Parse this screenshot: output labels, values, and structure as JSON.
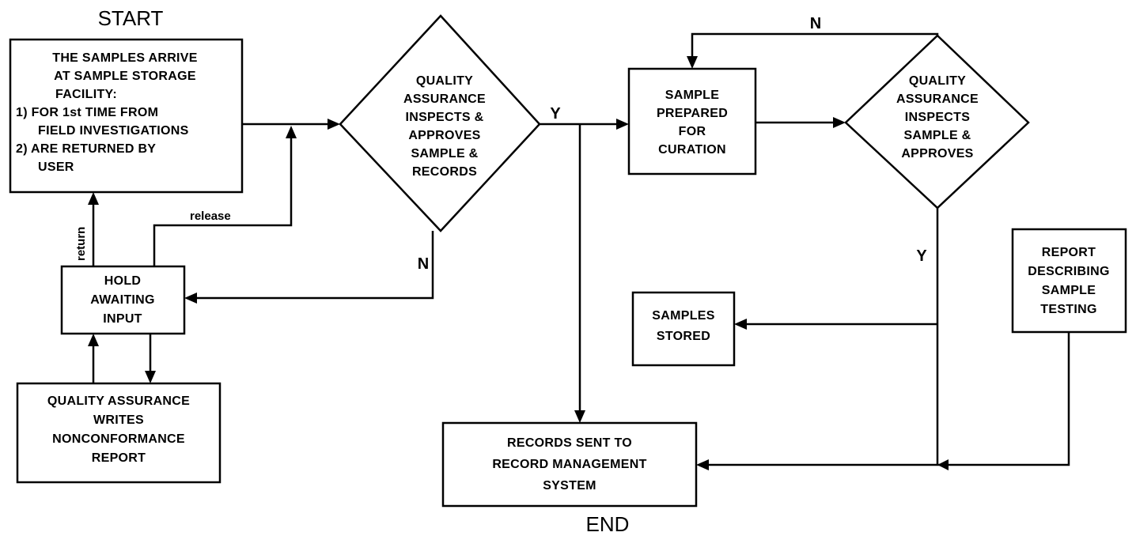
{
  "terminals": {
    "start": "START",
    "end": "END"
  },
  "nodes": {
    "arrive": {
      "lines": [
        "THE SAMPLES ARRIVE",
        "AT SAMPLE STORAGE",
        "FACILITY:",
        "1) FOR 1st TIME FROM",
        "FIELD INVESTIGATIONS",
        "2) ARE RETURNED BY",
        "USER"
      ]
    },
    "qa1": {
      "lines": [
        "QUALITY",
        "ASSURANCE",
        "INSPECTS &",
        "APPROVES",
        "SAMPLE &",
        "RECORDS"
      ]
    },
    "prepared": {
      "lines": [
        "SAMPLE",
        "PREPARED",
        "FOR",
        "CURATION"
      ]
    },
    "qa2": {
      "lines": [
        "QUALITY",
        "ASSURANCE",
        "INSPECTS",
        "SAMPLE &",
        "APPROVES"
      ]
    },
    "hold": {
      "lines": [
        "HOLD",
        "AWAITING",
        "INPUT"
      ]
    },
    "ncr": {
      "lines": [
        "QUALITY ASSURANCE",
        "WRITES",
        "NONCONFORMANCE",
        "REPORT"
      ]
    },
    "stored": {
      "lines": [
        "SAMPLES",
        "STORED"
      ]
    },
    "report": {
      "lines": [
        "REPORT",
        "DESCRIBING",
        "SAMPLE",
        "TESTING"
      ]
    },
    "records": {
      "lines": [
        "RECORDS SENT TO",
        "RECORD MANAGEMENT",
        "SYSTEM"
      ]
    }
  },
  "edge_labels": {
    "qa1_yes": "Y",
    "qa1_no": "N",
    "qa2_yes": "Y",
    "qa2_no": "N",
    "release": "release",
    "return": "return"
  }
}
